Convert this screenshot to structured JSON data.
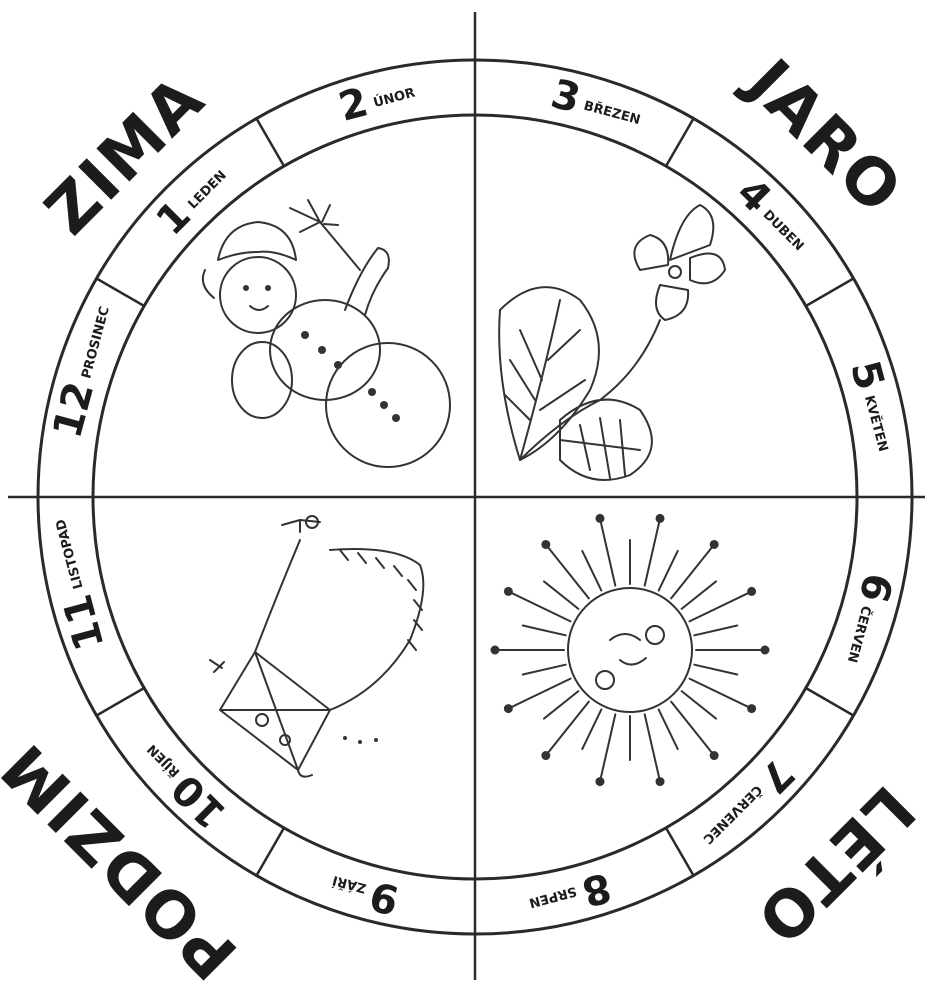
{
  "seasons": [
    {
      "key": "winter",
      "label": "ZIMA"
    },
    {
      "key": "spring",
      "label": "JARO"
    },
    {
      "key": "summer",
      "label": "LÉTO"
    },
    {
      "key": "autumn",
      "label": "PODZIM"
    }
  ],
  "months": [
    {
      "number": "1",
      "name": "LEDEN"
    },
    {
      "number": "2",
      "name": "ÚNOR"
    },
    {
      "number": "3",
      "name": "BŘEZEN"
    },
    {
      "number": "4",
      "name": "DUBEN"
    },
    {
      "number": "5",
      "name": "KVĚTEN"
    },
    {
      "number": "6",
      "name": "ČERVEN"
    },
    {
      "number": "7",
      "name": "ČERVENEC"
    },
    {
      "number": "8",
      "name": "SRPEN"
    },
    {
      "number": "9",
      "name": "ZÁŘÍ"
    },
    {
      "number": "10",
      "name": "ŘÍJEN"
    },
    {
      "number": "11",
      "name": "LISTOPAD"
    },
    {
      "number": "12",
      "name": "PROSINEC"
    }
  ],
  "illustrations": [
    {
      "quadrant": "winter",
      "icon": "snowman-icon"
    },
    {
      "quadrant": "spring",
      "icon": "violet-flower-icon"
    },
    {
      "quadrant": "summer",
      "icon": "sun-icon"
    },
    {
      "quadrant": "autumn",
      "icon": "kite-icon"
    }
  ]
}
